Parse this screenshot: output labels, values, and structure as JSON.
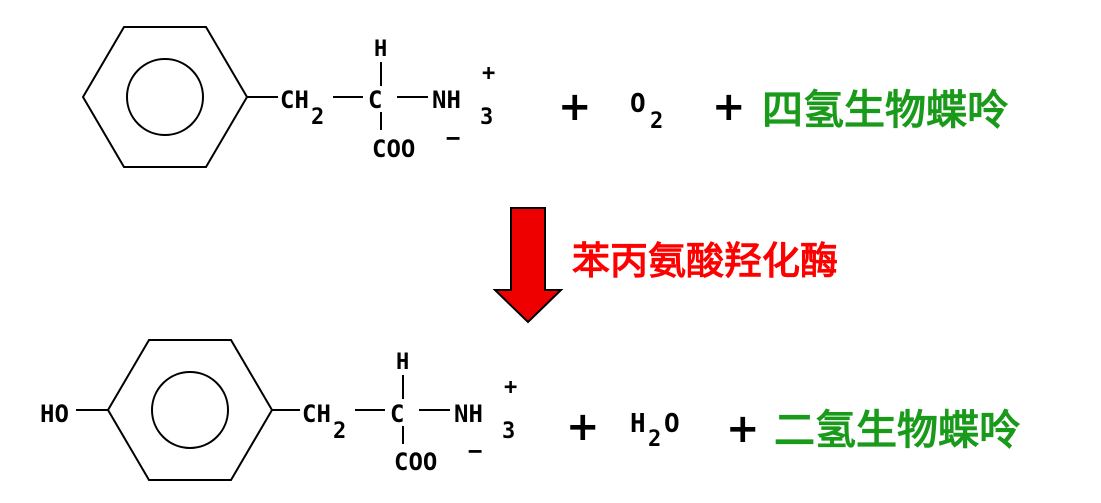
{
  "reactant": {
    "ch2": "CH",
    "ch2_sub": "2",
    "c": "C",
    "h": "H",
    "nh3": "NH",
    "nh3_sub": "3",
    "nh3_charge": "+",
    "coo": "COO",
    "coo_charge": "−"
  },
  "top_plus_1": "+",
  "oxygen": "O",
  "oxygen_sub": "2",
  "top_plus_2": "+",
  "cofactor_in": "四氢生物蝶呤",
  "enzyme": "苯丙氨酸羟化酶",
  "product": {
    "ho": "HO",
    "ch2": "CH",
    "ch2_sub": "2",
    "c": "C",
    "h": "H",
    "nh3": "NH",
    "nh3_sub": "3",
    "nh3_charge": "+",
    "coo": "COO",
    "coo_charge": "−"
  },
  "bottom_plus_1": "+",
  "water_h": "H",
  "water_sub": "2",
  "water_o": "O",
  "bottom_plus_2": "+",
  "cofactor_out": "二氢生物蝶呤",
  "colors": {
    "cofactor": "#1a9a1a",
    "enzyme": "#ff0000",
    "arrow": "#ee0000"
  }
}
